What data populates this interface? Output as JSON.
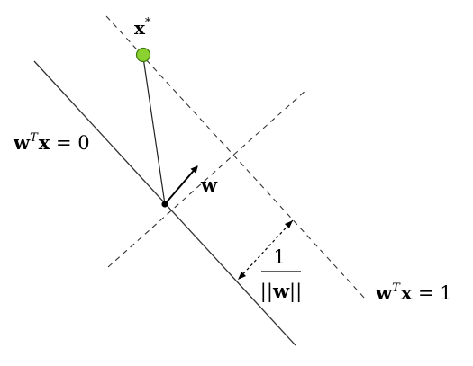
{
  "labels": {
    "point": {
      "base": "x",
      "sup": "*"
    },
    "vector": "w",
    "hyperplane_zero": {
      "w": "w",
      "sup": "T",
      "x": "x",
      "rest": " = 0"
    },
    "hyperplane_one": {
      "w": "w",
      "sup": "T",
      "x": "x",
      "rest": " = 1"
    },
    "margin": {
      "numerator": "1",
      "denominator_bars_left": "||",
      "denominator_w": "w",
      "denominator_bars_right": "||"
    }
  },
  "colors": {
    "point_fill": "#8bd12f",
    "point_stroke": "#3f7a10",
    "ink": "#000000"
  }
}
